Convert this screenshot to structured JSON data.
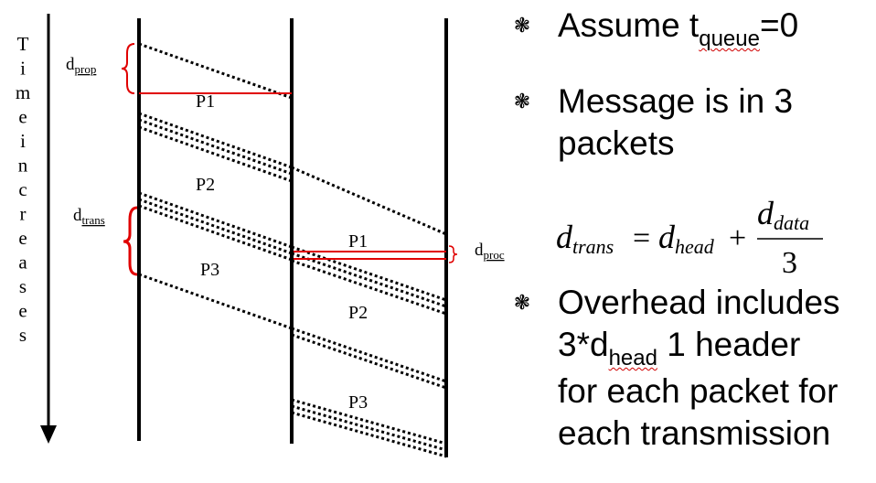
{
  "timeline_label": "Time increases",
  "labels": {
    "d_prop_main": "d",
    "d_prop_sub": "prop",
    "d_trans_main": "d",
    "d_trans_sub": "trans",
    "d_proc_main": "d",
    "d_proc_sub": "proc"
  },
  "packets": {
    "hop1": [
      "P1",
      "P2",
      "P3"
    ],
    "hop2": [
      "P1",
      "P2",
      "P3"
    ]
  },
  "bullets": [
    {
      "id": "b1",
      "text_pre": "Assume  t",
      "sub": "queue",
      "text_post": "=0"
    },
    {
      "id": "b2",
      "line1": "Message is in 3",
      "line2": "packets"
    },
    {
      "id": "b3",
      "line1": "Overhead includes",
      "line2_pre": "3*d",
      "line2_sub": "head",
      "line2_post": "  1 header",
      "line3": "for each packet for",
      "line4": "each transmission"
    }
  ],
  "formula": {
    "lhs_main": "d",
    "lhs_sub": "trans",
    "eq": "=",
    "t1_main": "d",
    "t1_sub": "head",
    "plus": "+",
    "num_main": "d",
    "num_sub": "data",
    "den": "3"
  },
  "bullet_symbol": "❃"
}
